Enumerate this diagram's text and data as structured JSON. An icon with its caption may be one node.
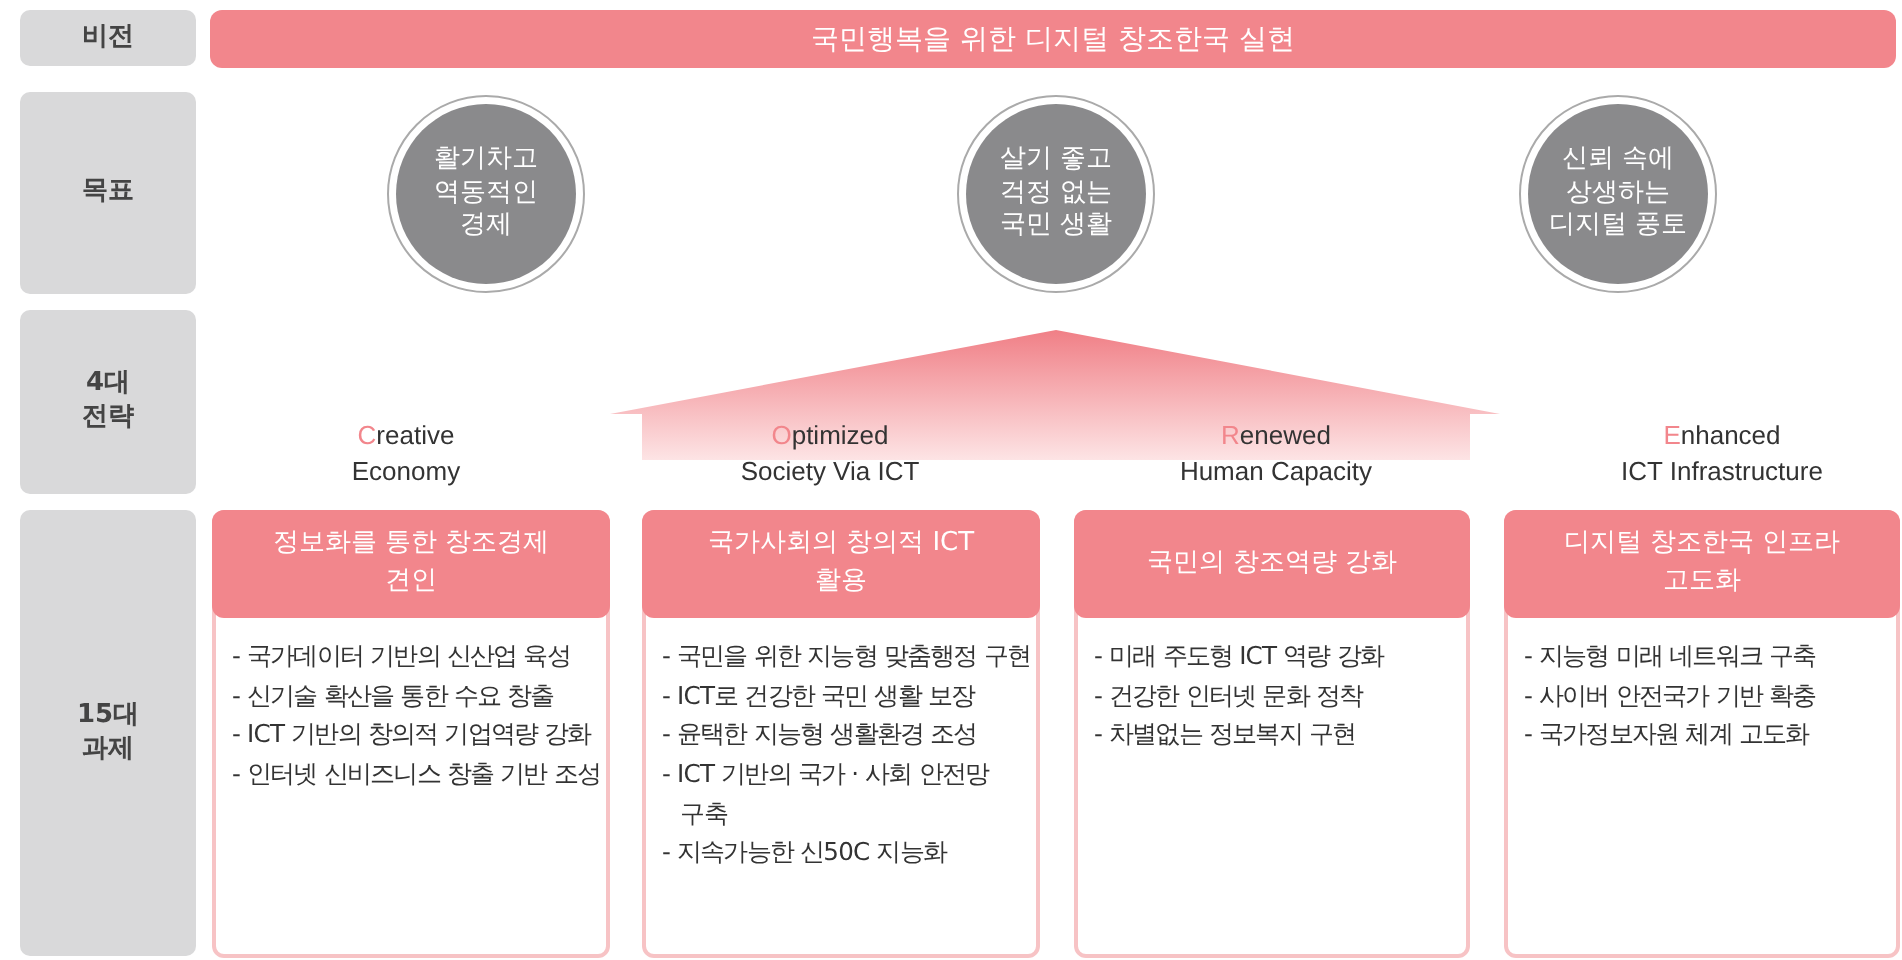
{
  "diagram": {
    "nodes": [
      {
        "text": [
          "비전"
        ]
      },
      {
        "text": [
          "국민행복을 위한 디지털 창조한국 실현"
        ]
      },
      {
        "text": [
          "목표"
        ]
      },
      {
        "text": [
          "활기차고 역동적인 경제"
        ]
      },
      {
        "text": [
          "살기 좋고 걱정 없는 국민 생활"
        ]
      },
      {
        "text": [
          "신뢰 속에 상생하는 디지털 풍토"
        ]
      },
      {
        "text": [
          "4대 전략"
        ]
      },
      {
        "text": [
          "15대 과제"
        ]
      },
      {
        "text": [
          "정보화를 통한 창조경제 견인",
          "- 국가데이터 기반의 신산업 육성",
          "- 신기술 확산을 통한 수요 창출",
          "- ICT 기반의 창의적 기업역량 강화",
          "- 인터넷 신비즈니스 창출 기반 조성"
        ]
      },
      {
        "text": [
          "국가사회의 창의적 ICT 활용",
          "- 국민을 위한 지능형 맞춤행정 구현",
          "- ICT로 건강한 국민 생활 보장",
          "- 윤택한 지능형 생활환경 조성",
          "- ICT 기반의 국가 · 사회 안전망 구축",
          "- 지속가능한 신50C 지능화"
        ]
      },
      {
        "text": [
          "국민의 창조역량 강화",
          "- 미래 주도형 ICT 역량 강화",
          "- 건강한 인터넷 문화 정착",
          "- 차별없는 정보복지 구현"
        ]
      },
      {
        "text": [
          "디지털 창조한국 인프라 고도화",
          "- 지능형 미래 네트워크 구축",
          "- 사이버 안전국가 기반 확충",
          "- 국가정보자원 체계 고도화"
        ]
      },
      {
        "text": [],
        "shape": "triangle"
      }
    ],
    "labels": [
      "Creative Economy",
      "Optimized Society Via ICT",
      "Renewed Human Capacity",
      "Enhanced ICT Infrastructure"
    ]
  }
}
